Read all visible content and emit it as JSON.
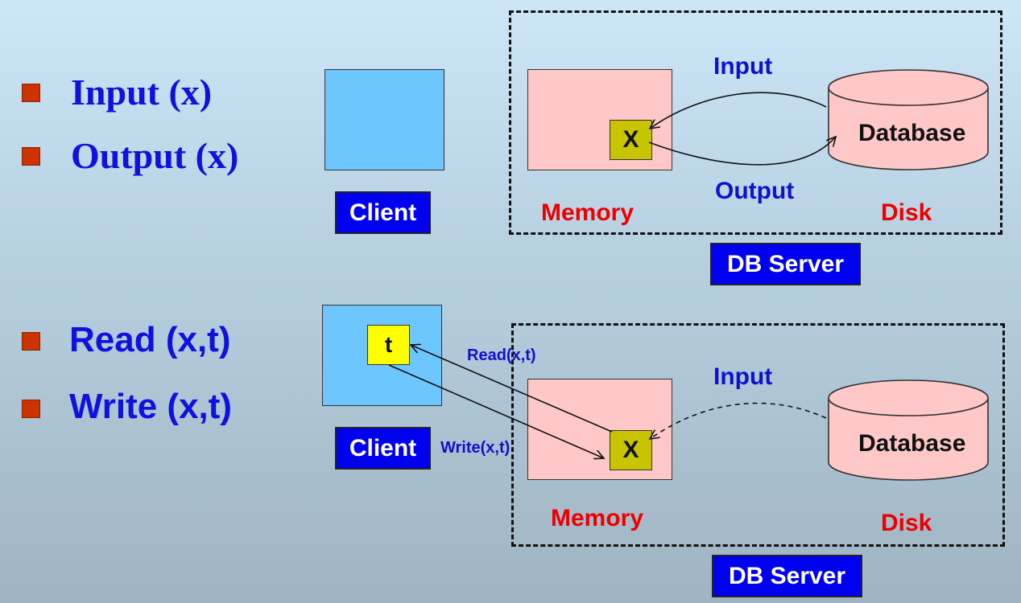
{
  "bullets_top": [
    "Input (x)",
    "Output (x)"
  ],
  "bullets_bottom": [
    "Read (x,t)",
    "Write (x,t)"
  ],
  "top_diagram": {
    "client_label": "Client",
    "variable": "X",
    "memory_label": "Memory",
    "disk_label": "Disk",
    "database_label": "Database",
    "input_label": "Input",
    "output_label": "Output",
    "server_label": "DB Server"
  },
  "bottom_diagram": {
    "client_label": "Client",
    "local_variable": "t",
    "variable": "X",
    "read_label": "Read(x,t)",
    "write_label": "Write(x,t)",
    "input_label": "Input",
    "memory_label": "Memory",
    "disk_label": "Disk",
    "database_label": "Database",
    "server_label": "DB Server"
  },
  "colors": {
    "bullet_square": "#cc3300",
    "bullet_text": "#1010e0",
    "client_fill": "#6ec6ff",
    "memory_fill": "#ffc8c8",
    "variable_fill": "#c9c400",
    "local_variable_fill": "#ffff00",
    "label_box_fill": "#0000f0",
    "memory_disk_text": "#ee0000"
  }
}
